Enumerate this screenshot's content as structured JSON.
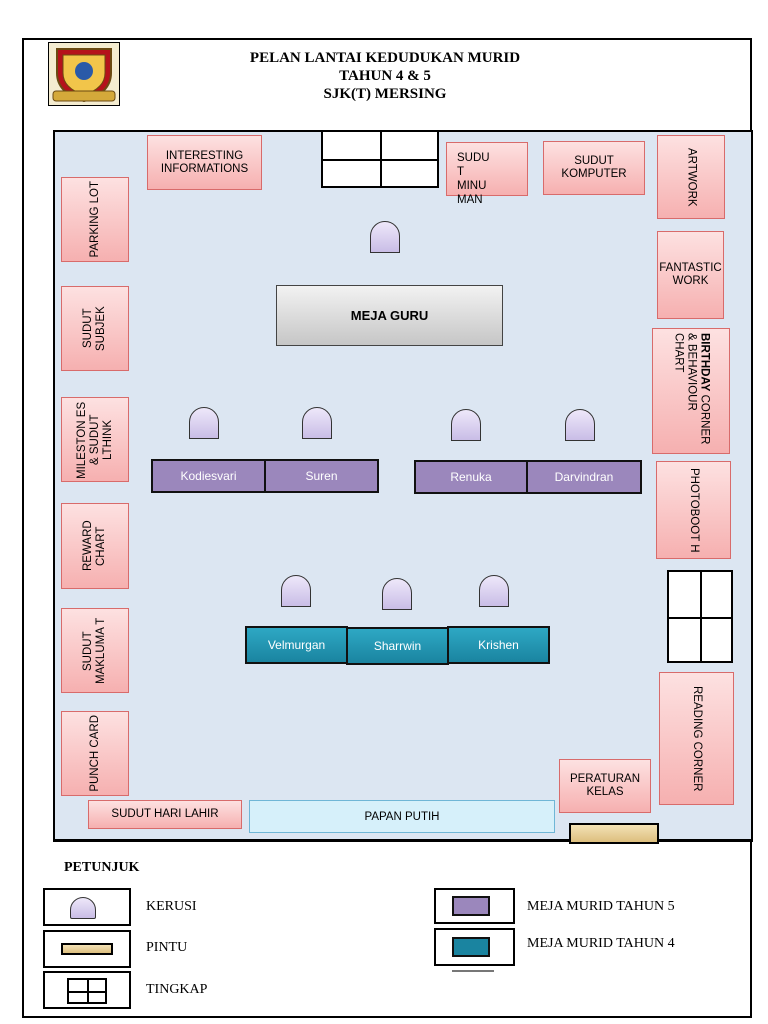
{
  "header": {
    "line1": "PELAN LANTAI KEDUDUKAN MURID",
    "line2": "TAHUN 4 & 5",
    "line3": "SJK(T) MERSING"
  },
  "corners": {
    "interesting": "INTERESTING INFORMATIONS",
    "sudut_minuman": "SUDU T MINU MAN",
    "sudut_komputer": "SUDUT KOMPUTER",
    "artwork": "ARTWORK",
    "parking_lot": "PARKING LOT",
    "fantastic_work": "FANTASTIC WORK",
    "sudut_subjek": "SUDUT SUBJEK",
    "birthday_bold": "BIRTHDAY",
    "birthday_rest": "CORNER & BEHAVIOUR CHART",
    "milestones": "MILESTON ES & SUDUT LTHINK",
    "photobooth": "PHOTOBOOT H",
    "reward_chart": "REWARD CHART",
    "sudut_maklumat": "SUDUT MAKLUMA T",
    "reading_corner": "READING CORNER",
    "punch_card": "PUNCH CARD",
    "peraturan_kelas": "PERATURAN KELAS",
    "sudut_hari_lahir": "SUDUT HARI LAHIR",
    "papan_putih": "PAPAN PUTIH"
  },
  "teacher_desk": "MEJA GURU",
  "tahun5_desks": [
    "Kodiesvari",
    "Suren",
    "Renuka",
    "Darvindran"
  ],
  "tahun4_desks": [
    "Velmurgan",
    "Sharrwin",
    "Krishen"
  ],
  "legend": {
    "title": "PETUNJUK",
    "chair": "KERUSI",
    "door": "PINTU",
    "window": "TINGKAP",
    "desk5": "MEJA MURID TAHUN 5",
    "desk4": "MEJA MURID TAHUN 4"
  },
  "colors": {
    "room_bg": "#dce6f2",
    "corner_pink": "#f6b0b0",
    "desk_tahun5": "#9b87bc",
    "desk_tahun4": "#1a84a0",
    "whiteboard": "#d6f0fa",
    "door": "#e8cf95"
  }
}
